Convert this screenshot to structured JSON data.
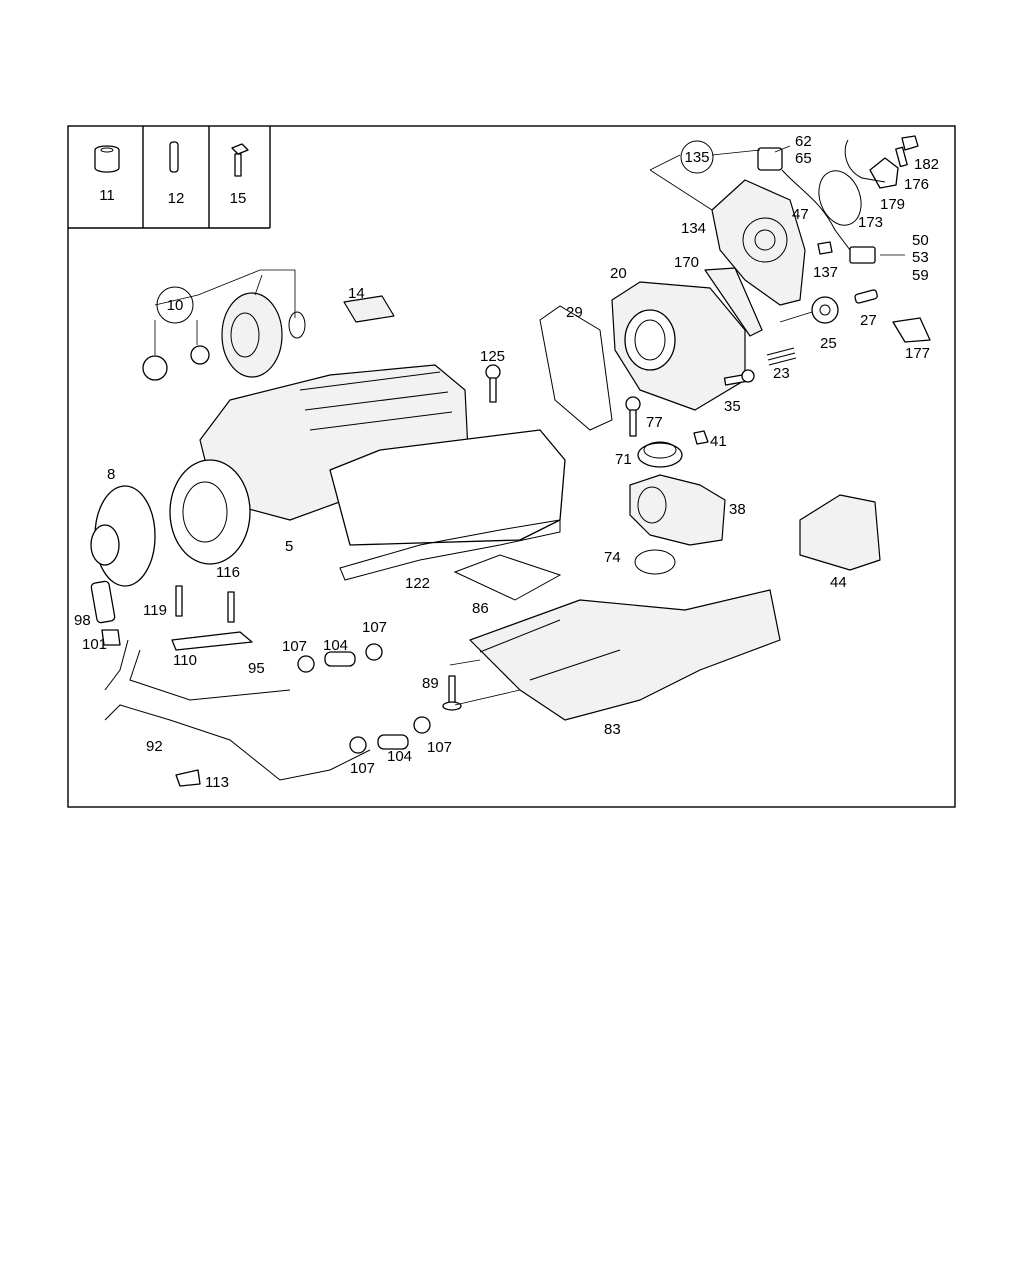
{
  "callouts": {
    "p11": "11",
    "p12": "12",
    "p15": "15",
    "p135": "135",
    "p62": "62",
    "p65": "65",
    "p182": "182",
    "p176": "176",
    "p47": "47",
    "p179": "179",
    "p173": "173",
    "p134": "134",
    "p50": "50",
    "p53": "53",
    "p59": "59",
    "p137": "137",
    "p170": "170",
    "p20": "20",
    "p10": "10",
    "p14": "14",
    "p29": "29",
    "p27": "27",
    "p25": "25",
    "p177": "177",
    "p125": "125",
    "p23": "23",
    "p35": "35",
    "p77": "77",
    "p41": "41",
    "p71": "71",
    "p8": "8",
    "p38": "38",
    "p5": "5",
    "p116": "116",
    "p74": "74",
    "p44": "44",
    "p122": "122",
    "p98": "98",
    "p119": "119",
    "p86": "86",
    "p101": "101",
    "p107a": "107",
    "p107b": "107",
    "p104a": "104",
    "p110": "110",
    "p95": "95",
    "p89": "89",
    "p83": "83",
    "p92": "92",
    "p107c": "107",
    "p104b": "104",
    "p107d": "107",
    "p113": "113"
  }
}
